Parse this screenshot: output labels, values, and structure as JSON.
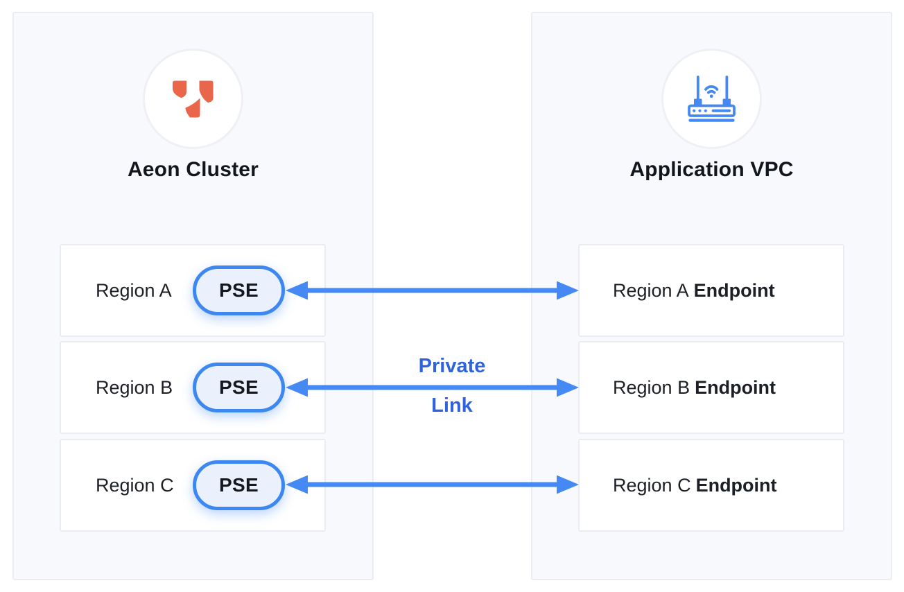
{
  "diagram": {
    "left_panel": {
      "title": "Aeon Cluster",
      "icon": "aeon-logo-icon",
      "rows": [
        {
          "region": "Region A",
          "badge": "PSE"
        },
        {
          "region": "Region B",
          "badge": "PSE"
        },
        {
          "region": "Region C",
          "badge": "PSE"
        }
      ]
    },
    "right_panel": {
      "title": "Application VPC",
      "icon": "router-icon",
      "rows": [
        {
          "region": "Region A",
          "type": "Endpoint"
        },
        {
          "region": "Region B",
          "type": "Endpoint"
        },
        {
          "region": "Region C",
          "type": "Endpoint"
        }
      ]
    },
    "connection": {
      "label_line1": "Private",
      "label_line2": "Link",
      "arrow_count": 3,
      "style": "double-headed-arrow"
    }
  },
  "colors": {
    "arrow_blue": "#4489f4",
    "link_label_blue": "#2f63de",
    "pill_border_blue": "#3d87f0",
    "pill_fill": "#eaf1fc",
    "logo_orange": "#ea664b",
    "router_blue": "#4488f3",
    "panel_bg": "#f8f9fc",
    "panel_border": "#ebedf3",
    "row_border": "#e9ecf2"
  }
}
